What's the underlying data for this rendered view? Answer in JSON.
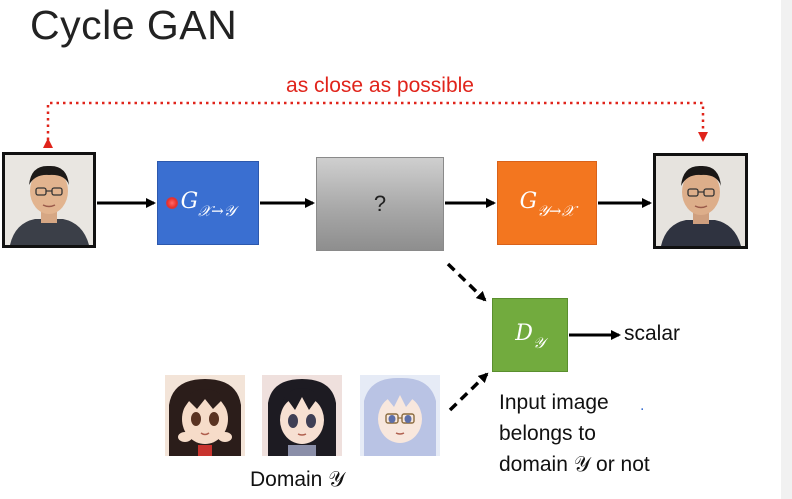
{
  "title": "Cycle GAN",
  "top_label": "as close as possible",
  "generator_xy": {
    "letter": "G",
    "subscript": "𝒳→𝒴"
  },
  "generator_yx": {
    "letter": "G",
    "subscript": "𝒴→𝒳"
  },
  "middle_box": "?",
  "discriminator": {
    "letter": "D",
    "subscript": "𝒴"
  },
  "scalar_label": "scalar",
  "description": [
    "Input image",
    "belongs to",
    "domain 𝒴 or not"
  ],
  "domain_label": "Domain 𝒴",
  "colors": {
    "generator_xy": "#3a6fd1",
    "generator_yx": "#f3761f",
    "discriminator": "#72ab3e",
    "feedback_line": "#e0241b"
  },
  "icons": [
    "person-photo-input",
    "person-photo-output",
    "anime-face-1",
    "anime-face-2",
    "anime-face-3"
  ]
}
